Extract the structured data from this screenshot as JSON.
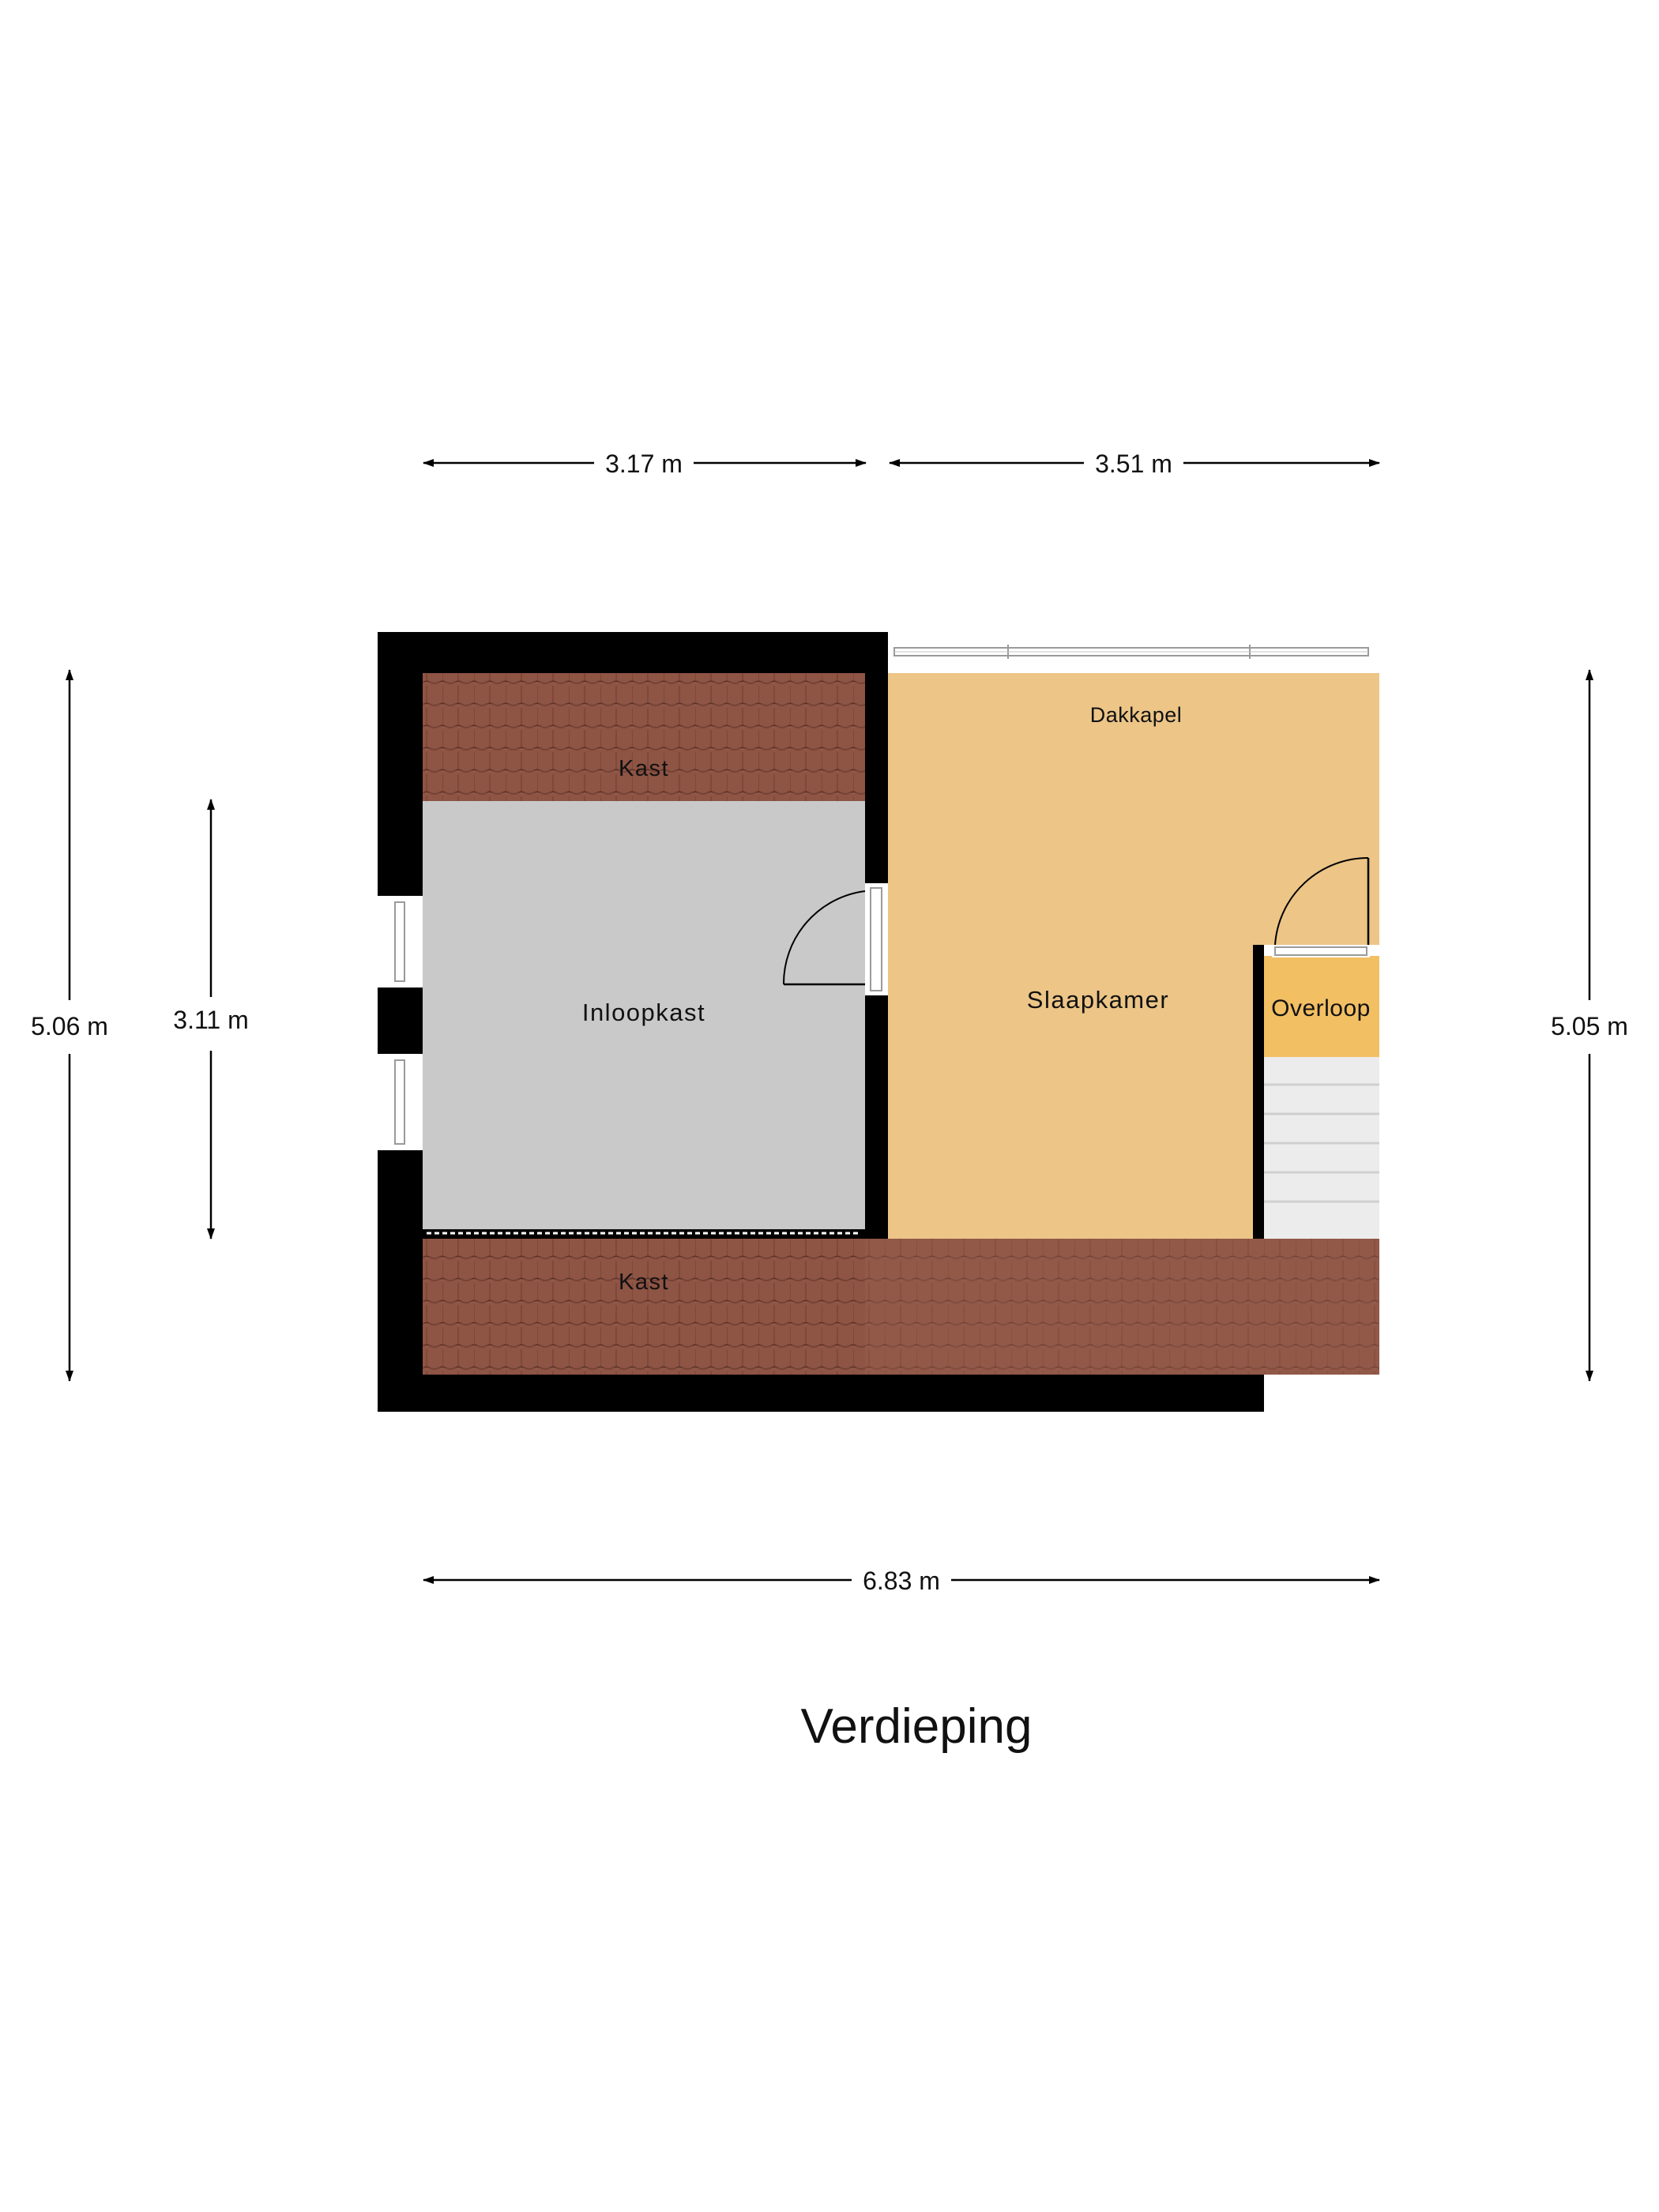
{
  "floor": {
    "title": "Verdieping"
  },
  "rooms": {
    "kast_top": "Kast",
    "inloopkast": "Inloopkast",
    "kast_bottom": "Kast",
    "dakkapel": "Dakkapel",
    "slaapkamer": "Slaapkamer",
    "overloop": "Overloop"
  },
  "dimensions": {
    "top_left_width": "3.17 m",
    "top_right_width": "3.51 m",
    "bottom_width": "6.83 m",
    "left_outer_height": "5.06 m",
    "left_inner_height": "3.11 m",
    "right_height": "5.05 m"
  },
  "colors": {
    "wall": "#000000",
    "inloopkast_floor": "#c9c9c9",
    "slaapkamer_floor": "#ecc587",
    "overloop_floor": "#f2bf63",
    "roof_tile": "#8e5444",
    "stair": "#ececec"
  }
}
